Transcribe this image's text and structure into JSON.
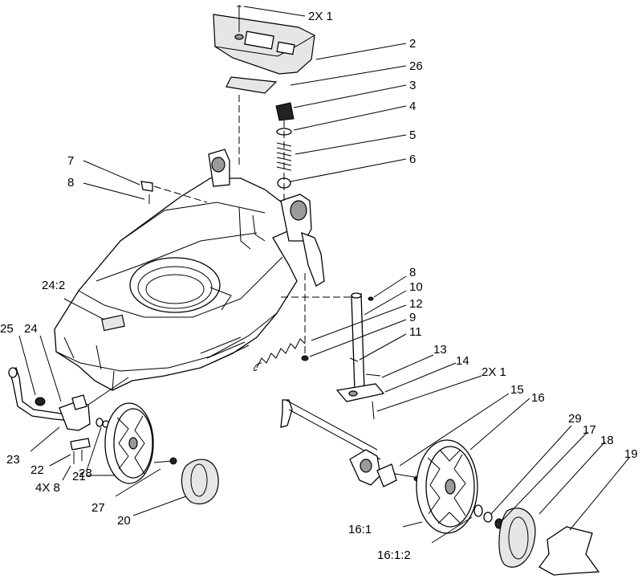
{
  "callouts": [
    {
      "id": "c-2x1-top",
      "text": "2X 1"
    },
    {
      "id": "c-2",
      "text": "2"
    },
    {
      "id": "c-26",
      "text": "26"
    },
    {
      "id": "c-3",
      "text": "3"
    },
    {
      "id": "c-4",
      "text": "4"
    },
    {
      "id": "c-5",
      "text": "5"
    },
    {
      "id": "c-6",
      "text": "6"
    },
    {
      "id": "c-7",
      "text": "7"
    },
    {
      "id": "c-8-left",
      "text": "8"
    },
    {
      "id": "c-8-right",
      "text": "8"
    },
    {
      "id": "c-10",
      "text": "10"
    },
    {
      "id": "c-12",
      "text": "12"
    },
    {
      "id": "c-9",
      "text": "9"
    },
    {
      "id": "c-11",
      "text": "11"
    },
    {
      "id": "c-13",
      "text": "13"
    },
    {
      "id": "c-14",
      "text": "14"
    },
    {
      "id": "c-2x1-mid",
      "text": "2X 1"
    },
    {
      "id": "c-15",
      "text": "15"
    },
    {
      "id": "c-16",
      "text": "16"
    },
    {
      "id": "c-29",
      "text": "29"
    },
    {
      "id": "c-17",
      "text": "17"
    },
    {
      "id": "c-18",
      "text": "18"
    },
    {
      "id": "c-19",
      "text": "19"
    },
    {
      "id": "c-24-2",
      "text": "24:2"
    },
    {
      "id": "c-25",
      "text": "25"
    },
    {
      "id": "c-24",
      "text": "24"
    },
    {
      "id": "c-23",
      "text": "23"
    },
    {
      "id": "c-22",
      "text": "22"
    },
    {
      "id": "c-4x8",
      "text": "4X 8"
    },
    {
      "id": "c-28",
      "text": "28"
    },
    {
      "id": "c-21",
      "text": "21"
    },
    {
      "id": "c-27",
      "text": "27"
    },
    {
      "id": "c-20",
      "text": "20"
    },
    {
      "id": "c-16-1",
      "text": "16:1"
    },
    {
      "id": "c-16-1-2",
      "text": "16:1:2"
    }
  ]
}
